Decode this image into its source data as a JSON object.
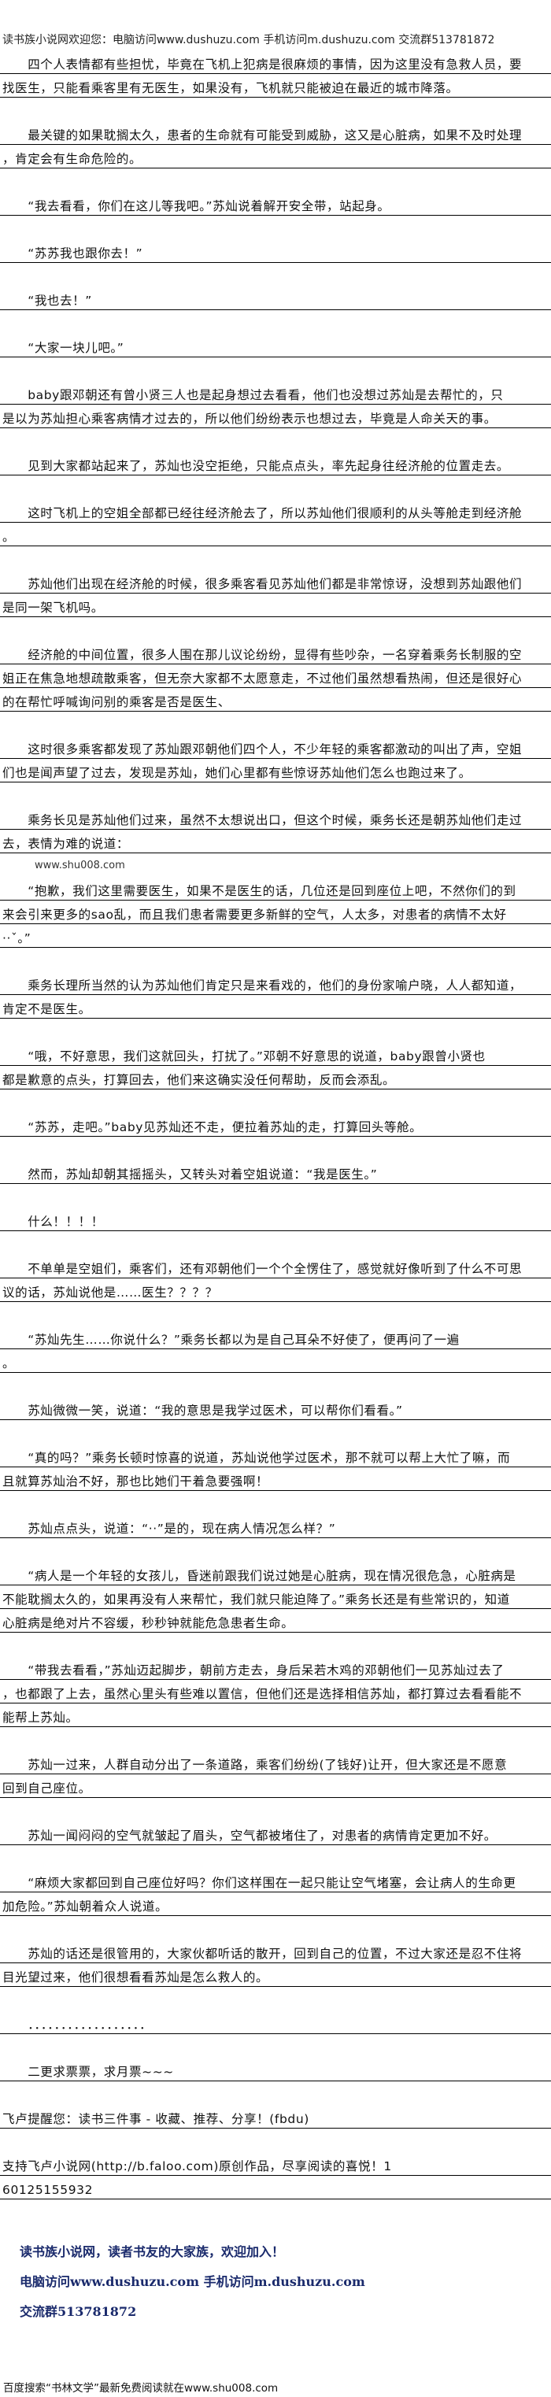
{
  "header_banner": "读书族小说网欢迎您：电脑访问www.dushuzu.com 手机访问m.dushuzu.com 交流群513781872",
  "watermark": "www.shu008.com",
  "paragraphs": [
    [
      "　　四个人表情都有些担忧，毕竟在飞机上犯病是很麻烦的事情，因为这里没有急救人员，要",
      "找医生，只能看乘客里有无医生，如果没有，飞机就只能被迫在最近的城市降落。"
    ],
    [
      "　　最关键的如果耽搁太久，患者的生命就有可能受到威胁，这又是心脏病，如果不及时处理",
      "，肯定会有生命危险的。"
    ],
    [
      "　　“我去看看，你们在这儿等我吧。”苏灿说着解开安全带，站起身。"
    ],
    [
      "　　“苏苏我也跟你去！”"
    ],
    [
      "　　“我也去！”"
    ],
    [
      "　　“大家一块儿吧。”"
    ],
    [
      "　　baby跟邓朝还有曾小贤三人也是起身想过去看看，他们也没想过苏灿是去帮忙的，只",
      "是以为苏灿担心乘客病情才过去的，所以他们纷纷表示也想过去，毕竟是人命关天的事。"
    ],
    [
      "　　见到大家都站起来了，苏灿也没空拒绝，只能点点头，率先起身往经济舱的位置走去。"
    ],
    [
      "　　这时飞机上的空姐全部都已经往经济舱去了，所以苏灿他们很顺利的从头等舱走到经济舱",
      "。"
    ],
    [
      "　　苏灿他们出现在经济舱的时候，很多乘客看见苏灿他们都是非常惊讶，没想到苏灿跟他们",
      "是同一架飞机吗。"
    ],
    [
      "　　经济舱的中间位置，很多人围在那儿议论纷纷，显得有些吵杂，一名穿着乘务长制服的空",
      "姐正在焦急地想疏散乘客，但无奈大家都不太愿意走，不过他们虽然想看热闹，但还是很好心",
      "的在帮忙呼喊询问别的乘客是否是医生、"
    ],
    [
      "　　这时很多乘客都发现了苏灿跟邓朝他们四个人，不少年轻的乘客都激动的叫出了声，空姐",
      "们也是闻声望了过去，发现是苏灿，她们心里都有些惊讶苏灿他们怎么也跑过来了。"
    ],
    [
      "　　乘务长见是苏灿他们过来，虽然不太想说出口，但这个时候，乘务长还是朝苏灿他们走过",
      "去，表情为难的说道："
    ],
    [
      "　　“抱歉，我们这里需要医生，如果不是医生的话，几位还是回到座位上吧，不然你们的到",
      "来会引来更多的sao乱，而且我们患者需要更多新鲜的空气，人太多，对患者的病情不太好",
      "··ˇ。”"
    ],
    [
      "　　乘务长理所当然的认为苏灿他们肯定只是来看戏的，他们的身份家喻户晓，人人都知道，",
      "肯定不是医生。"
    ],
    [
      "　　“哦，不好意思，我们这就回头，打扰了。”邓朝不好意思的说道，baby跟曾小贤也",
      "都是歉意的点头，打算回去，他们来这确实没任何帮助，反而会添乱。"
    ],
    [
      "　　“苏苏，走吧。”baby见苏灿还不走，便拉着苏灿的走，打算回头等舱。"
    ],
    [
      "　　然而，苏灿却朝其摇摇头，又转头对着空姐说道：“我是医生。”"
    ],
    [
      "　　什么！！！！"
    ],
    [
      "　　不单单是空姐们，乘客们，还有邓朝他们一个个全愣住了，感觉就好像听到了什么不可思",
      "议的话，苏灿说他是……医生？？？？"
    ],
    [
      "　　“苏灿先生……你说什么？”乘务长都以为是自己耳朵不好使了，便再问了一遍",
      "。"
    ],
    [
      "　　苏灿微微一笑，说道：“我的意思是我学过医术，可以帮你们看看。”"
    ],
    [
      "　　“真的吗？”乘务长顿时惊喜的说道，苏灿说他学过医术，那不就可以帮上大忙了嘛，而",
      "且就算苏灿治不好，那也比她们干着急要强啊！"
    ],
    [
      "　　苏灿点点头，说道：“··”是的，现在病人情况怎么样？”"
    ],
    [
      "　　“病人是一个年轻的女孩儿，昏迷前跟我们说过她是心脏病，现在情况很危急，心脏病是",
      "不能耽搁太久的，如果再没有人来帮忙，我们就只能迫降了。”乘务长还是有些常识的，知道",
      "心脏病是绝对片不容缓，秒秒钟就能危急患者生命。"
    ],
    [
      "　　“带我去看看，”苏灿迈起脚步，朝前方走去，身后呆若木鸡的邓朝他们一见苏灿过去了",
      "，也都跟了上去，虽然心里头有些难以置信，但他们还是选择相信苏灿，都打算过去看看能不",
      "能帮上苏灿。"
    ],
    [
      "　　苏灿一过来，人群自动分出了一条道路，乘客们纷纷(了钱好)让开，但大家还是不愿意",
      "回到自己座位。"
    ],
    [
      "　　苏灿一闻闷闷的空气就皱起了眉头，空气都被堵住了，对患者的病情肯定更加不好。"
    ],
    [
      "　　“麻烦大家都回到自己座位好吗？你们这样围在一起只能让空气堵塞，会让病人的生命更",
      "加危险。”苏灿朝着众人说道。"
    ],
    [
      "　　苏灿的话还是很管用的，大家伙都听话的散开，回到自己的位置，不过大家还是忍不住将",
      "目光望过来，他们很想看看苏灿是怎么救人的。"
    ],
    [
      "　　．．．．．．．．．．．．．．．．．．"
    ],
    [
      "　　二更求票票，求月票~~~"
    ],
    [
      "飞卢提醒您：读书三件事 - 收藏、推荐、分享！(fbdu)"
    ],
    [
      "支持飞卢小说网(http://b.faloo.com)原创作品，尽享阅读的喜悦！1",
      "60125155932"
    ]
  ],
  "footer": {
    "welcome": "读书族小说网，读者书友的大家族，欢迎加入！",
    "access": "电脑访问www.dushuzu.com 手机访问m.dushuzu.com",
    "group": "交流群513781872"
  },
  "bottom_note": "百度搜索“书林文学”最新免费阅读就在www.shu008.com"
}
